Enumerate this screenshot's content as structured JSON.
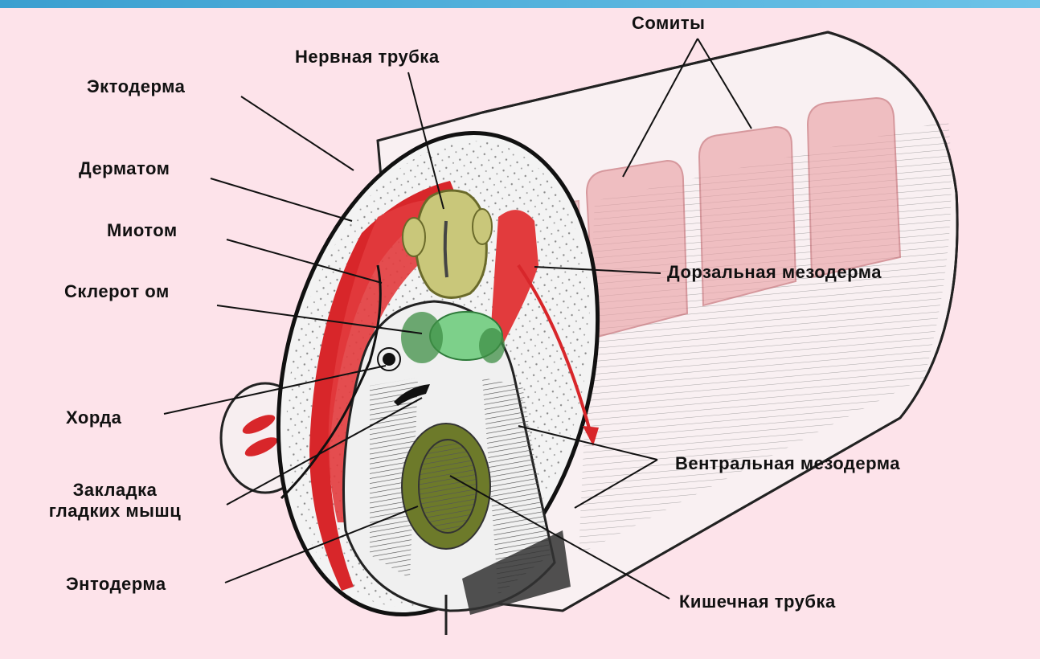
{
  "colors": {
    "background": "#fde3ea",
    "top_bar": "#3a9fd0",
    "neural_tube": "#c9c77a",
    "notochord_sclerotome": "#7dd08a",
    "myotome_red": "#d8262a",
    "endoderm_olive": "#6d7a2a",
    "somite_pink": "#eaa4a8"
  },
  "labels": {
    "ectoderm": "Эктодерма",
    "dermatome": "Дерматом",
    "myotome": "Миотом",
    "sclerotome": "Склерот ом",
    "chorda": "Хорда",
    "smooth_muscle_line1": "Закладка",
    "smooth_muscle_line2": "гладких мышц",
    "endoderm": "Энтодерма",
    "neural_tube": "Нервная трубка",
    "somites": "Сомиты",
    "dorsal_mesoderm": "Дорзальная мезодерма",
    "ventral_mesoderm": "Вентральная мезодерма",
    "gut_tube": "Кишечная трубка"
  }
}
